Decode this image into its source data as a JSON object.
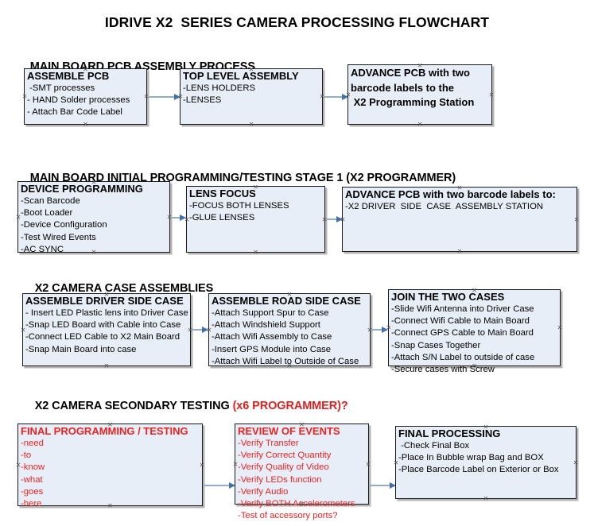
{
  "document": {
    "title": "IDRIVE X2  SERIES CAMERA PROCESSING FLOWCHART"
  },
  "sections": [
    {
      "id": "main-board-pcb-assembly-process",
      "title": "MAIN BOARD PCB ASSEMBLY PROCESS",
      "accent_title": ""
    },
    {
      "id": "main-board-initial-programming",
      "title": "MAIN BOARD INITIAL PROGRAMMING/TESTING STAGE 1 (X2 PROGRAMMER)",
      "accent_title": ""
    },
    {
      "id": "x2-camera-case-assemblies",
      "title": "X2 CAMERA CASE ASSEMBLIES",
      "accent_title": ""
    },
    {
      "id": "x2-camera-secondary-testing",
      "title": "X2 CAMERA SECONDARY TESTING ",
      "accent_title": "(x6 PROGRAMMER)?"
    }
  ],
  "nodes": [
    {
      "id": "assemble-pcb",
      "heading": "ASSEMBLE PCB",
      "lines": [
        " -SMT processes",
        "- HAND Solder processes",
        "- Attach Bar Code Label"
      ]
    },
    {
      "id": "top-level-assembly",
      "heading": "TOP LEVEL ASSEMBLY",
      "lines": [
        "-LENS HOLDERS",
        "-LENSES"
      ]
    },
    {
      "id": "advance-pcb-to-x2-programming-station",
      "heading": "ADVANCE PCB with two\nbarcode labels to the\n X2 Programming Station",
      "lines": []
    },
    {
      "id": "device-programming",
      "heading": "DEVICE PROGRAMMING",
      "lines": [
        "-Scan Barcode",
        "-Boot Loader",
        "-Device Configuration",
        "-Test Wired Events",
        "-AC SYNC"
      ]
    },
    {
      "id": "lens-focus",
      "heading": "LENS FOCUS",
      "lines": [
        "-FOCUS BOTH LENSES",
        "-GLUE LENSES"
      ]
    },
    {
      "id": "advance-pcb-to-driver-side-case-station",
      "heading": "ADVANCE PCB with two barcode labels to:",
      "lines": [
        "-X2 DRIVER  SIDE  CASE  ASSEMBLY STATION"
      ]
    },
    {
      "id": "assemble-driver-side-case",
      "heading": "ASSEMBLE DRIVER SIDE CASE",
      "lines": [
        "- Insert LED Plastic lens into Driver Case",
        "-Snap LED Board with Cable into Case",
        "-Connect LED Cable to X2 Main Board",
        "-Snap Main Board into case"
      ]
    },
    {
      "id": "assemble-road-side-case",
      "heading": "ASSEMBLE ROAD SIDE CASE",
      "lines": [
        "-Attach Support Spur to Case",
        "-Attach Windshield Support",
        "-Attach Wifi Assembly to Case",
        "-Insert GPS Module into Case",
        "-Attach Wifi Label to Outside of Case"
      ]
    },
    {
      "id": "join-the-two-cases",
      "heading": "JOIN THE TWO CASES",
      "lines": [
        "-Slide Wifi Antenna into Driver Case",
        "-Connect Wifi Cable to Main Board",
        "-Connect GPS Cable to Main Board",
        "-Snap Cases Together",
        "-Attach S/N Label to outside of case",
        "-Secure cases with Screw"
      ]
    },
    {
      "id": "final-programming-testing",
      "heading": "FINAL PROGRAMMING / TESTING",
      "lines": [
        "-need",
        "-to",
        "-know",
        "-what",
        "-goes",
        "-here"
      ]
    },
    {
      "id": "review-of-events",
      "heading": "REVIEW OF EVENTS",
      "lines": [
        "-Verify Transfer",
        "-Verify Correct Quantity",
        "-Verify Quality of Video",
        "-Verify LEDs function",
        "-Verify Audio",
        "-Verify BOTH Accelerometers",
        "-Test of accessory ports?"
      ]
    },
    {
      "id": "final-processing",
      "heading": "FINAL PROCESSING",
      "lines": [
        " -Check Final Box",
        "-Place In Bubble wrap Bag and BOX",
        "-Place Barcode Label on Exterior or Box"
      ]
    }
  ],
  "colors": {
    "node_fill": "#e8eef7",
    "node_border": "#1a1a1a",
    "connector": "#93aec4",
    "arrowhead": "#4472a8",
    "accent_red": "#ee2222",
    "text": "#000000"
  }
}
